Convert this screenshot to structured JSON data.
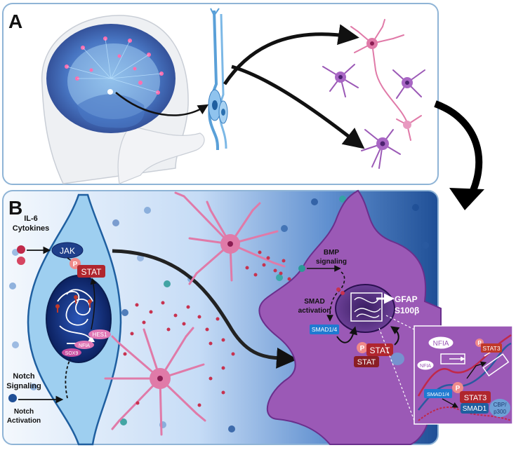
{
  "panels": {
    "a": {
      "letter": "A"
    },
    "b": {
      "letter": "B"
    }
  },
  "labels": {
    "il6": "IL-6",
    "cytokines": "Cytokines",
    "jak": "JAK",
    "p": "P",
    "stat": "STAT",
    "hes1": "HES1",
    "nfia": "NFIA",
    "sox9": "SOX9",
    "notch_signaling_1": "Notch",
    "notch_signaling_2": "Signaling",
    "notch_activation_1": "Notch",
    "notch_activation_2": "Activation",
    "bmp_1": "BMP",
    "bmp_2": "signaling",
    "smad_act_1": "SMAD",
    "smad_act_2": "activation",
    "smad14": "SMAD1/4",
    "gfap": "GFAP",
    "s100b": "S100β",
    "stat_dimer_top": "STAT",
    "stat_dimer_bottom": "STAT"
  },
  "inset": {
    "nfia_oval": "NFIA",
    "nfia_box": "NFIA",
    "p_small": "P",
    "stat3_small": "STAT3",
    "smad14": "SMAD1/4",
    "p_large": "P",
    "stat3_large": "STAT3",
    "smad1": "SMAD1",
    "cbp_1": "CBP/",
    "cbp_2": "p300"
  },
  "colors": {
    "panel_border": "#8fb4d6",
    "progenitor": "#9ecff0",
    "progenitor_dark": "#1f5fa0",
    "stat_red": "#b0262e",
    "astrocyte_purple": "#9b59b6",
    "neuron_pink": "#e07aa8",
    "nucleus_navy": "#12307a"
  }
}
